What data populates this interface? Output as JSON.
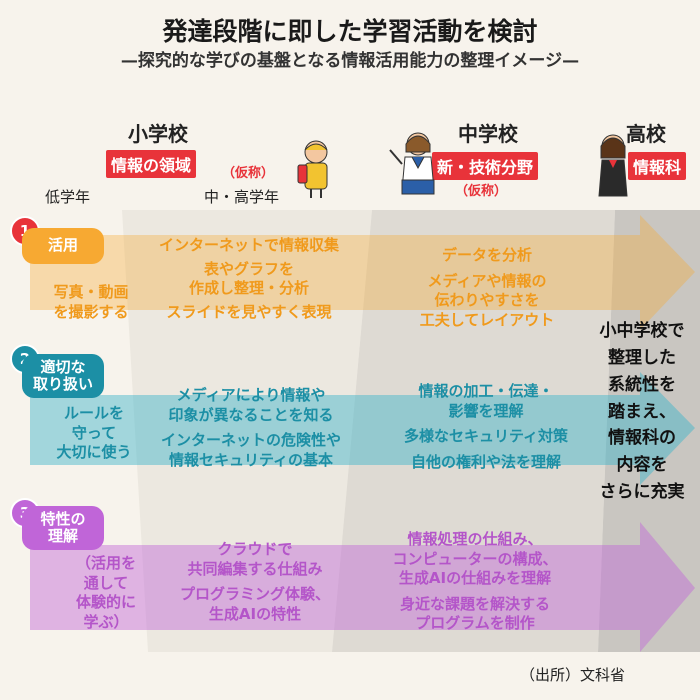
{
  "title": "発達段階に即した学習活動を検討",
  "subtitle": "—探究的な学びの基盤となる情報活用能力の整理イメージ—",
  "stages": {
    "elementary": {
      "name": "小学校",
      "label": "情報の領域",
      "note": "（仮称）",
      "grade_low": "低学年",
      "grade_mid": "中・高学年"
    },
    "junior": {
      "name": "中学校",
      "label": "新・技術分野",
      "note": "（仮称）"
    },
    "high": {
      "name": "高校",
      "label": "情報科"
    }
  },
  "categories": [
    {
      "num": "1",
      "label": "活用",
      "color": "#f7a932"
    },
    {
      "num": "2",
      "label_lines": [
        "適切な",
        "取り扱い"
      ],
      "color": "#1c8fa5"
    },
    {
      "num": "3",
      "label_lines": [
        "特性の",
        "理解"
      ],
      "color": "#c065d8"
    }
  ],
  "rows": {
    "katsuyo": {
      "low": [
        "写真・動画",
        "を撮影する"
      ],
      "mid": [
        "インターネットで情報収集",
        "表やグラフを",
        "作成し整理・分析",
        "スライドを見やすく表現"
      ],
      "junior": [
        "データを分析",
        "メディアや情報の",
        "伝わりやすさを",
        "工夫してレイアウト"
      ]
    },
    "tekisetsu": {
      "low": [
        "ルールを",
        "守って",
        "大切に使う"
      ],
      "mid": [
        "メディアにより情報や",
        "印象が異なることを知る",
        "インターネットの危険性や",
        "情報セキュリティの基本"
      ],
      "junior": [
        "情報の加工・伝達・",
        "影響を理解",
        "多様なセキュリティ対策",
        "自他の権利や法を理解"
      ]
    },
    "tokusei": {
      "low": [
        "（活用を",
        "通して",
        "体験的に",
        "学ぶ）"
      ],
      "mid": [
        "クラウドで",
        "共同編集する仕組み",
        "プログラミング体験、",
        "生成AIの特性"
      ],
      "junior": [
        "情報処理の仕組み、",
        "コンピューターの構成、",
        "生成AIの仕組みを理解",
        "身近な課題を解決する",
        "プログラムを制作"
      ]
    }
  },
  "high_school_text": [
    "小中学校で",
    "整理した",
    "系統性を",
    "踏まえ、",
    "情報科の",
    "内容を",
    "さらに充実"
  ],
  "source": "（出所）文科省"
}
